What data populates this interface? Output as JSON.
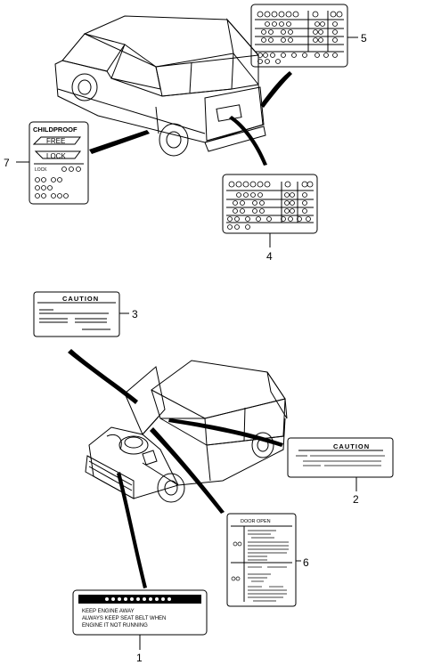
{
  "callouts": {
    "c1": "1",
    "c2": "2",
    "c3": "3",
    "c4": "4",
    "c5": "5",
    "c6": "6",
    "c7": "7"
  },
  "labels": {
    "childproof": {
      "title": "CHILDPROOF",
      "free": "FREE",
      "lock": "LOCK",
      "lock_small": "LOCK"
    },
    "caution_3": {
      "title": "CAUTION"
    },
    "caution_2": {
      "title": "CAUTION"
    },
    "emission_1": {
      "line1": "KEEP ENGINE AWAY",
      "line2": "ALWAYS KEEP SEAT BELT WHEN",
      "line3": "ENGINE IT NOT RUNNING"
    },
    "tire_6": {
      "title": "DOOR OPEN"
    }
  }
}
